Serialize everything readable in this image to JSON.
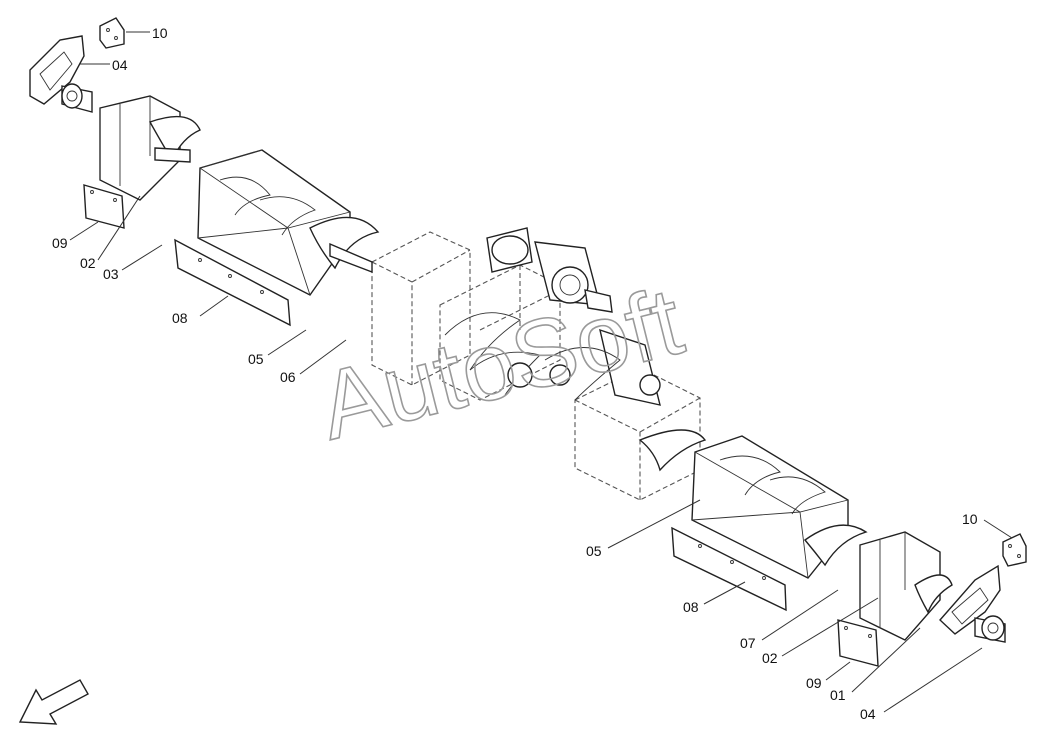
{
  "watermark": "AutoSoft",
  "labels": {
    "l10_left": "10",
    "l04_left": "04",
    "l09_left": "09",
    "l02_left": "02",
    "l03_left": "03",
    "l08_left": "08",
    "l05_left": "05",
    "l06_left": "06",
    "l05_right": "05",
    "l08_right": "08",
    "l07_right": "07",
    "l02_right": "02",
    "l09_right": "09",
    "l01_right": "01",
    "l04_right": "04",
    "l10_right": "10"
  },
  "icons": [
    "direction-arrow-icon"
  ]
}
